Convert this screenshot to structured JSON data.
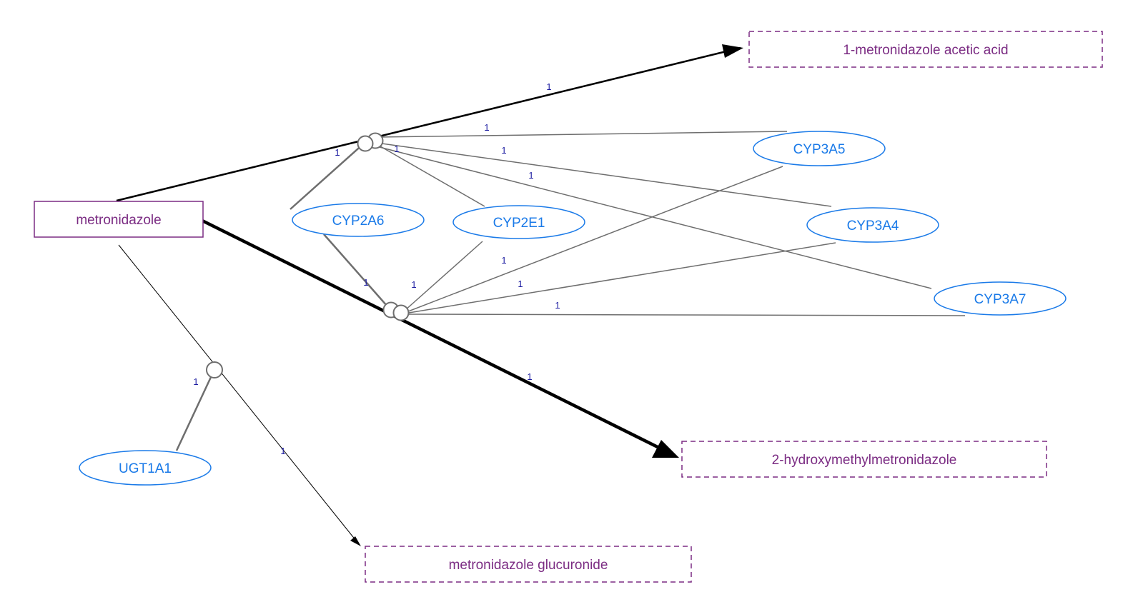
{
  "colors": {
    "substrate": "#7b2c83",
    "enzyme": "#1a7ae8",
    "edge": "#000000",
    "catalysis": "#6e6e6e",
    "number": "#1a1aa0"
  },
  "nodes": {
    "substrate": {
      "label": "metronidazole"
    },
    "product_acetic": {
      "label": "1-metronidazole acetic acid"
    },
    "product_hydroxy": {
      "label": "2-hydroxymethylmetronidazole"
    },
    "product_glucuronide": {
      "label": "metronidazole glucuronide"
    },
    "enzymes": {
      "cyp2a6": "CYP2A6",
      "cyp2e1": "CYP2E1",
      "cyp3a5": "CYP3A5",
      "cyp3a4": "CYP3A4",
      "cyp3a7": "CYP3A7",
      "ugt1a1": "UGT1A1"
    }
  },
  "edge_labels": {
    "acetic_reaction": "1",
    "hydroxy_reaction": "1",
    "glucuronide_reaction": "1",
    "cyp2a6_acetic": "1",
    "cyp2e1_acetic": "1",
    "cyp3a5_acetic": "1",
    "cyp3a4_acetic": "1",
    "cyp3a7_acetic": "1",
    "cyp2a6_hydroxy": "1",
    "cyp2e1_hydroxy": "1",
    "cyp3a5_hydroxy": "1",
    "cyp3a4_hydroxy": "1",
    "cyp3a7_hydroxy": "1",
    "ugt1a1_glucuronide": "1"
  }
}
